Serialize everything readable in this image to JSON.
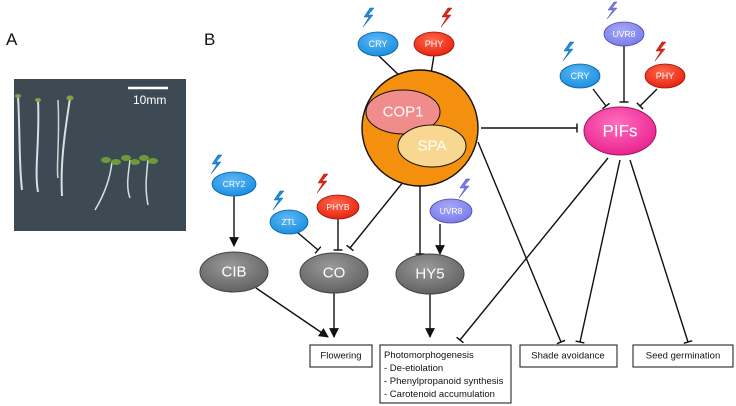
{
  "panels": {
    "a": "A",
    "b": "B"
  },
  "photo": {
    "scale_bar": "10mm"
  },
  "photoreceptors": {
    "cry_top": "CRY",
    "phy_top": "PHY",
    "uvr8_right": "UVR8",
    "cry_right": "CRY",
    "phy_right": "PHY",
    "cry2": "CRY2",
    "ztl": "ZTL",
    "phyb": "PHYB",
    "uvr8_mid": "UVR8"
  },
  "complex": {
    "cop1": "COP1",
    "spa": "SPA"
  },
  "factors": {
    "pifs": "PIFs",
    "cib": "CIB",
    "co": "CO",
    "hy5": "HY5"
  },
  "outputs": {
    "flowering": "Flowering",
    "photomorphogenesis": "Photomorphogenesis",
    "de_etiolation": "- De-etiolation",
    "phenylpropanoid": "- Phenylpropanoid synthesis",
    "carotenoid": "- Carotenoid accumulation",
    "shade_avoidance": "Shade avoidance",
    "seed_germination": "Seed germination"
  },
  "colors": {
    "blue_light": "#1a8fe0",
    "red_light": "#e8230f",
    "uv_light": "#7b7bea",
    "cop1_complex": "#f5900f",
    "cop1": "#f08c8c",
    "spa": "#f8d890",
    "pifs": "#ef2a96",
    "factor_grey": "#6e6e6e",
    "photo_background": "#3e4a53"
  }
}
